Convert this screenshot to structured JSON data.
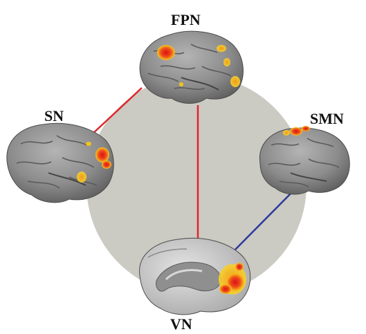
{
  "networks": {
    "fpn": {
      "label": "FPN"
    },
    "sn": {
      "label": "SN"
    },
    "smn": {
      "label": "SMN"
    },
    "vn": {
      "label": "VN"
    }
  },
  "connections": [
    {
      "from": "FPN",
      "to": "SN",
      "color": "#e0262a"
    },
    {
      "from": "FPN",
      "to": "VN",
      "color": "#e0262a"
    },
    {
      "from": "SMN",
      "to": "VN",
      "color": "#2b3a9e"
    }
  ],
  "colors": {
    "background_disc": "#cbcac3",
    "brain_surface": "#8e8e8e",
    "activation_core": "#e01e1e",
    "activation_edge": "#f5c21b",
    "positive_link": "#e0262a",
    "negative_link": "#2b3a9e"
  }
}
